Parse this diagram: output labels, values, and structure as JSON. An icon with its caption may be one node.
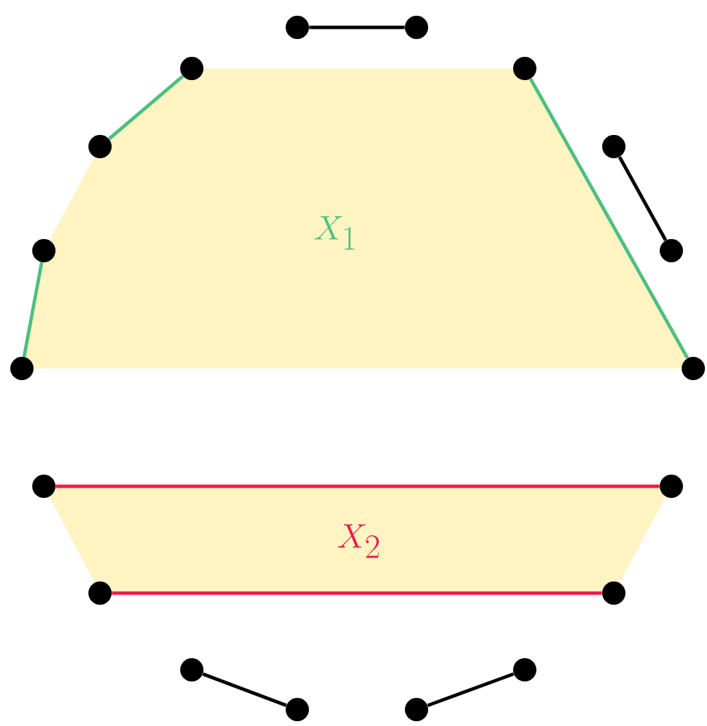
{
  "diagram": {
    "nodes": [
      {
        "text": [
          "X_1"
        ]
      },
      {
        "text": [
          "X_2"
        ]
      },
      {
        "text": [],
        "shape": "circle"
      },
      {
        "text": [],
        "shape": "circle"
      },
      {
        "text": [],
        "shape": "circle"
      },
      {
        "text": [],
        "shape": "circle"
      },
      {
        "text": [],
        "shape": "circle"
      },
      {
        "text": [],
        "shape": "circle"
      },
      {
        "text": [],
        "shape": "circle"
      },
      {
        "text": [],
        "shape": "circle"
      },
      {
        "text": [],
        "shape": "circle"
      },
      {
        "text": [],
        "shape": "circle"
      },
      {
        "text": [],
        "shape": "circle"
      },
      {
        "text": [],
        "shape": "circle"
      },
      {
        "text": [],
        "shape": "circle"
      },
      {
        "text": [],
        "shape": "circle"
      },
      {
        "text": [],
        "shape": "circle"
      },
      {
        "text": [],
        "shape": "circle"
      },
      {
        "text": [],
        "shape": "circle"
      },
      {
        "text": [],
        "shape": "circle"
      }
    ],
    "edges": [
      {
        "from": 2,
        "to": 3,
        "arrow": "none"
      },
      {
        "from": 4,
        "to": 6,
        "arrow": "none",
        "color": "#4dbf80"
      },
      {
        "from": 5,
        "to": 11,
        "arrow": "none",
        "color": "#4dbf80"
      },
      {
        "from": 7,
        "to": 9,
        "arrow": "none"
      },
      {
        "from": 8,
        "to": 10,
        "arrow": "none",
        "color": "#4dbf80"
      },
      {
        "from": 12,
        "to": 13,
        "arrow": "none",
        "color": "#ee1a4d"
      },
      {
        "from": 14,
        "to": 15,
        "arrow": "none",
        "color": "#ee1a4d"
      },
      {
        "from": 16,
        "to": 18,
        "arrow": "none"
      },
      {
        "from": 19,
        "to": 17,
        "arrow": "none"
      }
    ]
  }
}
